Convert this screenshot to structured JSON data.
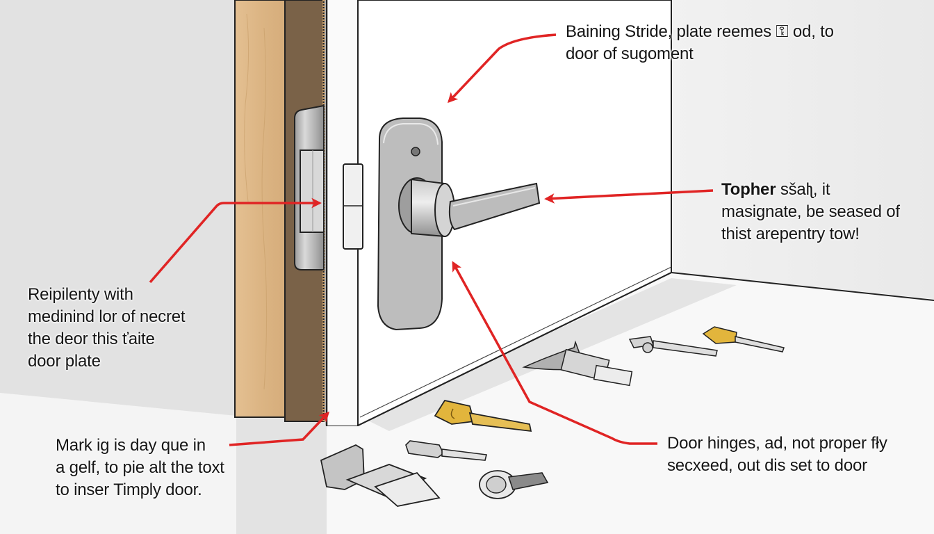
{
  "diagram": {
    "subject": "Door lock and latch installation illustration",
    "colors": {
      "arrow": "#e02424",
      "wall_left": "#e2e2e2",
      "wall_right": "#ececec",
      "floor": "#f7f7f7",
      "door": "#ffffff",
      "frame_wood": "#e0b98a",
      "frame_inner": "#7a6248",
      "metal": "#b5b5b5",
      "brass_key": "#e2b53c"
    },
    "callouts": [
      {
        "id": "top",
        "lines": [
          "Baining Stride, plate reemes ⚿ od, to",
          "door of sugoment"
        ],
        "points_to": "door-face-above-handle"
      },
      {
        "id": "right",
        "bold_lead": "Topher",
        "lines": [
          " sšalʅ, it",
          "masignate, be seased of",
          "thist arepentry tow!"
        ],
        "points_to": "lever-handle"
      },
      {
        "id": "left",
        "lines": [
          "Reipilenty with",
          "medinind lor of necret",
          "the deor this ťaite",
          "door plate"
        ],
        "points_to": "strike-plate"
      },
      {
        "id": "bottom",
        "lines": [
          "Mark ig is day que in",
          "a gelf, to pie alt the toxt",
          "to inser Timply door."
        ],
        "points_to": "frame-gap-bottom"
      },
      {
        "id": "hinge",
        "lines": [
          "Door hinges, ad, not proper fły",
          "secxeed, out dis set to door"
        ],
        "points_to": "backplate-bottom"
      }
    ],
    "components": [
      "door-frame",
      "strike-plate",
      "latch-bolt",
      "door-edge-hinge",
      "escutcheon-backplate",
      "lever-handle",
      "floor-parts"
    ],
    "floor_parts": [
      "brass-key",
      "brass-key-small",
      "silver-key",
      "silver-key-small",
      "latch-mechanism",
      "latch-mechanism-large",
      "lock-cylinder"
    ]
  }
}
